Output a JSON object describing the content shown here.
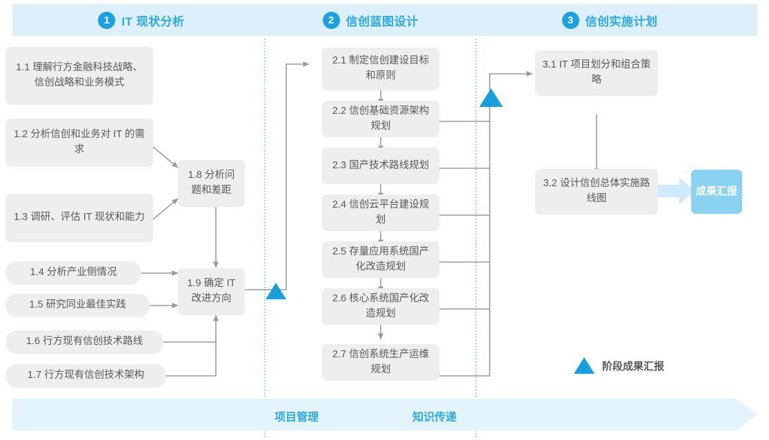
{
  "phases": [
    {
      "num": "1",
      "title": "IT 现状分析"
    },
    {
      "num": "2",
      "title": "信创蓝图设计"
    },
    {
      "num": "3",
      "title": "信创实施计划"
    }
  ],
  "phase1_tasks": [
    {
      "id": "1.1",
      "label": "1.1 理解行方金融科技战略、信创战略和业务模式"
    },
    {
      "id": "1.2",
      "label": "1.2 分析信创和业务对 IT 的需求"
    },
    {
      "id": "1.3",
      "label": "1.3 调研、评估 IT 现状和能力"
    },
    {
      "id": "1.4",
      "label": "1.4 分析产业侧情况"
    },
    {
      "id": "1.5",
      "label": "1.5 研究同业最佳实践"
    },
    {
      "id": "1.6",
      "label": "1.6 行方现有信创技术路线"
    },
    {
      "id": "1.7",
      "label": "1.7 行方现有信创技术架构"
    },
    {
      "id": "1.8",
      "label": "1.8 分析问题和差距"
    },
    {
      "id": "1.9",
      "label": "1.9 确定 IT 改进方向"
    }
  ],
  "phase2_tasks": [
    {
      "id": "2.1",
      "label": "2.1 制定信创建设目标和原则"
    },
    {
      "id": "2.2",
      "label": "2.2 信创基础资源架构规划"
    },
    {
      "id": "2.3",
      "label": "2.3 国产技术路线规划"
    },
    {
      "id": "2.4",
      "label": "2.4 信创云平台建设规划"
    },
    {
      "id": "2.5",
      "label": "2.5 存量应用系统国产化改造规划"
    },
    {
      "id": "2.6",
      "label": "2.6 核心系统国产化改造规划"
    },
    {
      "id": "2.7",
      "label": "2.7 信创系统生产运维规划"
    }
  ],
  "phase3_tasks": [
    {
      "id": "3.1",
      "label": "3.1 IT 项目划分和组合策略"
    },
    {
      "id": "3.2",
      "label": "3.2 设计信创总体实施路线图"
    }
  ],
  "result_badge": {
    "label": "成果汇报"
  },
  "legend": {
    "label": "阶段成果汇报",
    "marker": "milestone-triangle"
  },
  "bottom_banner": {
    "labels": [
      "项目管理",
      "知识传递"
    ]
  },
  "colors": {
    "accent": "#2ca9e1",
    "phase_band": "#ddeffa",
    "box_fill": "#eeeeee",
    "box_text": "#58585a",
    "badge_fill": "#8ad2f2",
    "marker": "#16a0e0",
    "banner_fill": "#e3f4fc",
    "connector": "#9a9a9a",
    "divider": "#6fc7ea"
  }
}
